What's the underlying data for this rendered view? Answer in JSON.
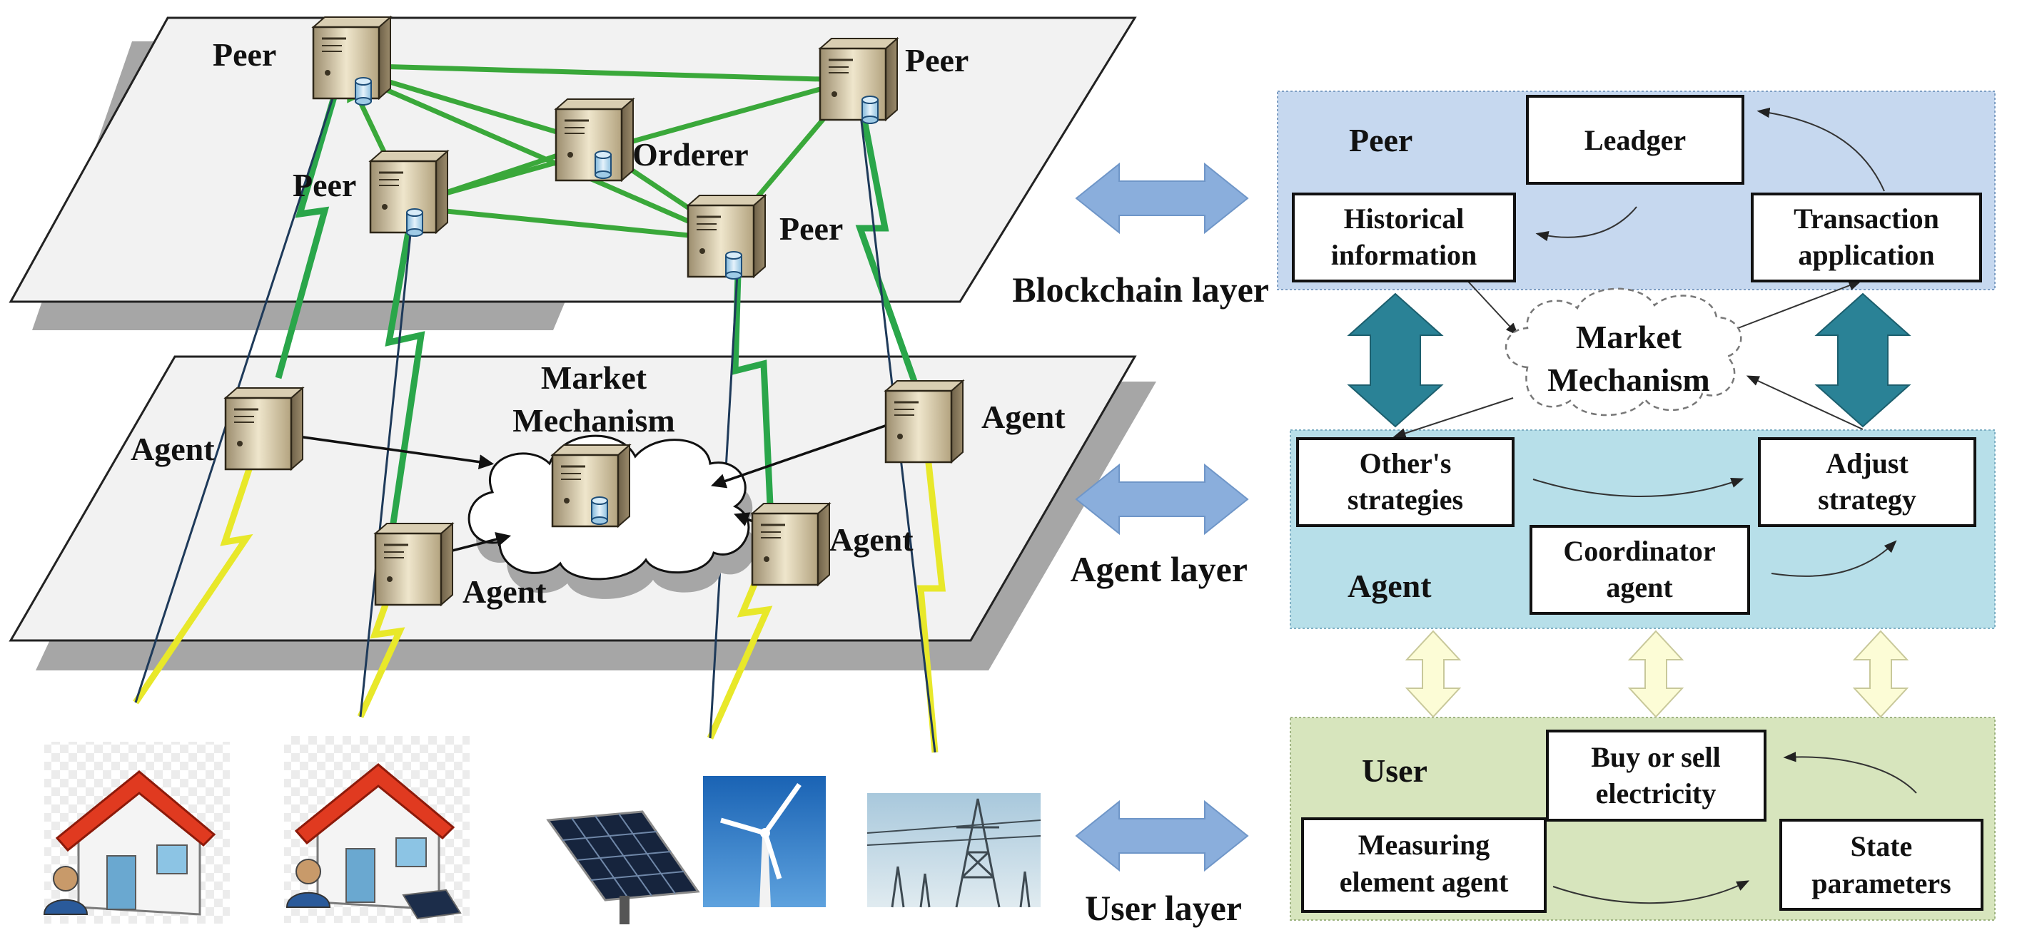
{
  "left_diagram": {
    "blockchain_nodes": {
      "peer_top_left": "Peer",
      "peer_top_right": "Peer",
      "peer_mid_left": "Peer",
      "orderer": "Orderer",
      "peer_mid_right": "Peer"
    },
    "agent_nodes": {
      "market_line1": "Market",
      "market_line2": "Mechanism",
      "agent_left": "Agent",
      "agent_right_top": "Agent",
      "agent_bottom_mid": "Agent",
      "agent_bottom_right": "Agent"
    }
  },
  "layer_labels": {
    "blockchain": "Blockchain layer",
    "agent": "Agent layer",
    "user": "User layer"
  },
  "right_diagram": {
    "peer_panel": {
      "title": "Peer",
      "ledger": "Leadger",
      "historical_line1": "Historical",
      "historical_line2": "information",
      "transaction_line1": "Transaction",
      "transaction_line2": "application"
    },
    "market_cloud": {
      "line1": "Market",
      "line2": "Mechanism"
    },
    "agent_panel": {
      "title": "Agent",
      "others_line1": "Other's",
      "others_line2": "strategies",
      "adjust_line1": "Adjust",
      "adjust_line2": "strategy",
      "coordinator_line1": "Coordinator",
      "coordinator_line2": "agent"
    },
    "user_panel": {
      "title": "User",
      "buy_line1": "Buy or sell",
      "buy_line2": "electricity",
      "measuring_line1": "Measuring",
      "measuring_line2": "element agent",
      "state_line1": "State",
      "state_line2": "parameters"
    }
  },
  "colors": {
    "peer_panel_fill": "#c6d8ef",
    "agent_panel_fill": "#b7dfe9",
    "user_panel_fill": "#d7e5bd",
    "plane_fill": "#f2f2f2",
    "plane_shadow": "#a6a6a6",
    "peer_link": "#3aa83a",
    "layer_arrow": "#8aaedc",
    "vertical_arrow": "#2a8296",
    "user_arrow": "#fcfcd6",
    "zigzag_green": "#2aa64a",
    "zigzag_yellow": "#e8e82a"
  },
  "icons": {
    "server": "server-icon",
    "database": "database-icon",
    "cloud": "cloud-icon",
    "house": "house-icon",
    "person": "person-icon",
    "solar_panel": "solar-panel-icon",
    "wind_turbine": "wind-turbine-icon",
    "power_pylon": "power-pylon-icon"
  }
}
